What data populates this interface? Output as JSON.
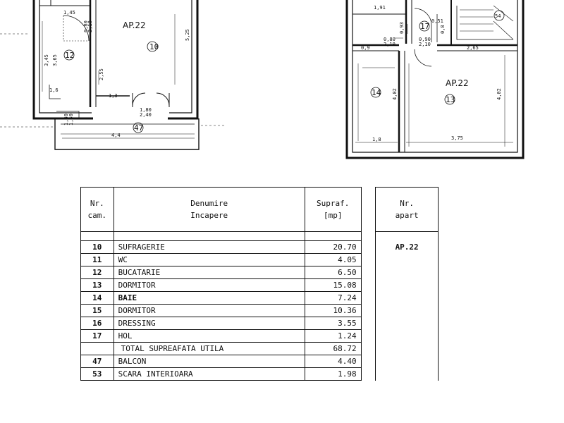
{
  "plan_left": {
    "apartment_label": "AP.22",
    "rooms": [
      {
        "number": "10"
      },
      {
        "number": "12"
      },
      {
        "number": "47"
      }
    ],
    "dimensions": [
      "1,45",
      "0,80",
      "2,10",
      "5,25",
      "3,45",
      "3,65",
      "2,55",
      "1,6",
      "1,3",
      "1,80",
      "2,40",
      "1,80",
      "1,50",
      "4,4"
    ]
  },
  "plan_right": {
    "apartment_label": "AP.22",
    "rooms": [
      {
        "number": "13"
      },
      {
        "number": "14"
      },
      {
        "number": "17"
      },
      {
        "number": "54"
      }
    ],
    "dimensions": [
      "1,91",
      "0,93",
      "0,80",
      "2,10",
      "0,90",
      "2,10",
      "0,51",
      "0,8",
      "0,9",
      "2,65",
      "4,02",
      "4,02",
      "1,8",
      "3,75"
    ]
  },
  "table": {
    "headers": {
      "nr": [
        "Nr.",
        "cam."
      ],
      "name": [
        "Denumire",
        "Incapere"
      ],
      "area": [
        "Supraf.",
        "[mp]"
      ],
      "apartment": [
        "Nr.",
        "apart"
      ]
    },
    "apartment_value": "AP.22",
    "rows": [
      {
        "nr": "10",
        "name": "SUFRAGERIE",
        "area": "20.70"
      },
      {
        "nr": "11",
        "name": "WC",
        "area": "4.05"
      },
      {
        "nr": "12",
        "name": "BUCATARIE",
        "area": "6.50"
      },
      {
        "nr": "13",
        "name": "DORMITOR",
        "area": "15.08"
      },
      {
        "nr": "14",
        "name": "BAIE",
        "area": "7.24"
      },
      {
        "nr": "15",
        "name": "DORMITOR",
        "area": "10.36"
      },
      {
        "nr": "16",
        "name": "DRESSING",
        "area": "3.55"
      },
      {
        "nr": "17",
        "name": "HOL",
        "area": "1.24"
      },
      {
        "nr": "",
        "name": "TOTAL SUPREAFATA UTILA",
        "area": "68.72"
      },
      {
        "nr": "47",
        "name": "BALCON",
        "area": "4.40"
      },
      {
        "nr": "53",
        "name": "SCARA INTERIOARA",
        "area": "1.98"
      }
    ]
  }
}
